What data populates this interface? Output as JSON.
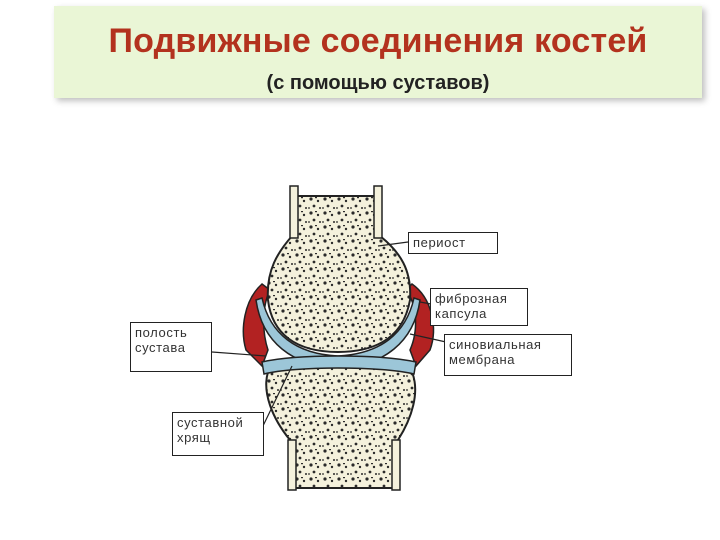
{
  "slide": {
    "title": "Подвижные  соединения костей",
    "subtitle": "(с помощью  суставов)"
  },
  "labels": {
    "periosteum": "периост",
    "fibrous_capsule_1": "фиброзная",
    "fibrous_capsule_2": "капсула",
    "synovial_membrane_1": "синовиальная",
    "synovial_membrane_2": "мембрана",
    "joint_cavity_1": "полость",
    "joint_cavity_2": "сустава",
    "cartilage_1": "суставной",
    "cartilage_2": "хрящ"
  },
  "colors": {
    "title": "#b3321e",
    "title_bg": "#eaf6d6",
    "cartilage": "#9cc6d8",
    "capsule": "#b22222",
    "bone": "#f4f1dc"
  }
}
